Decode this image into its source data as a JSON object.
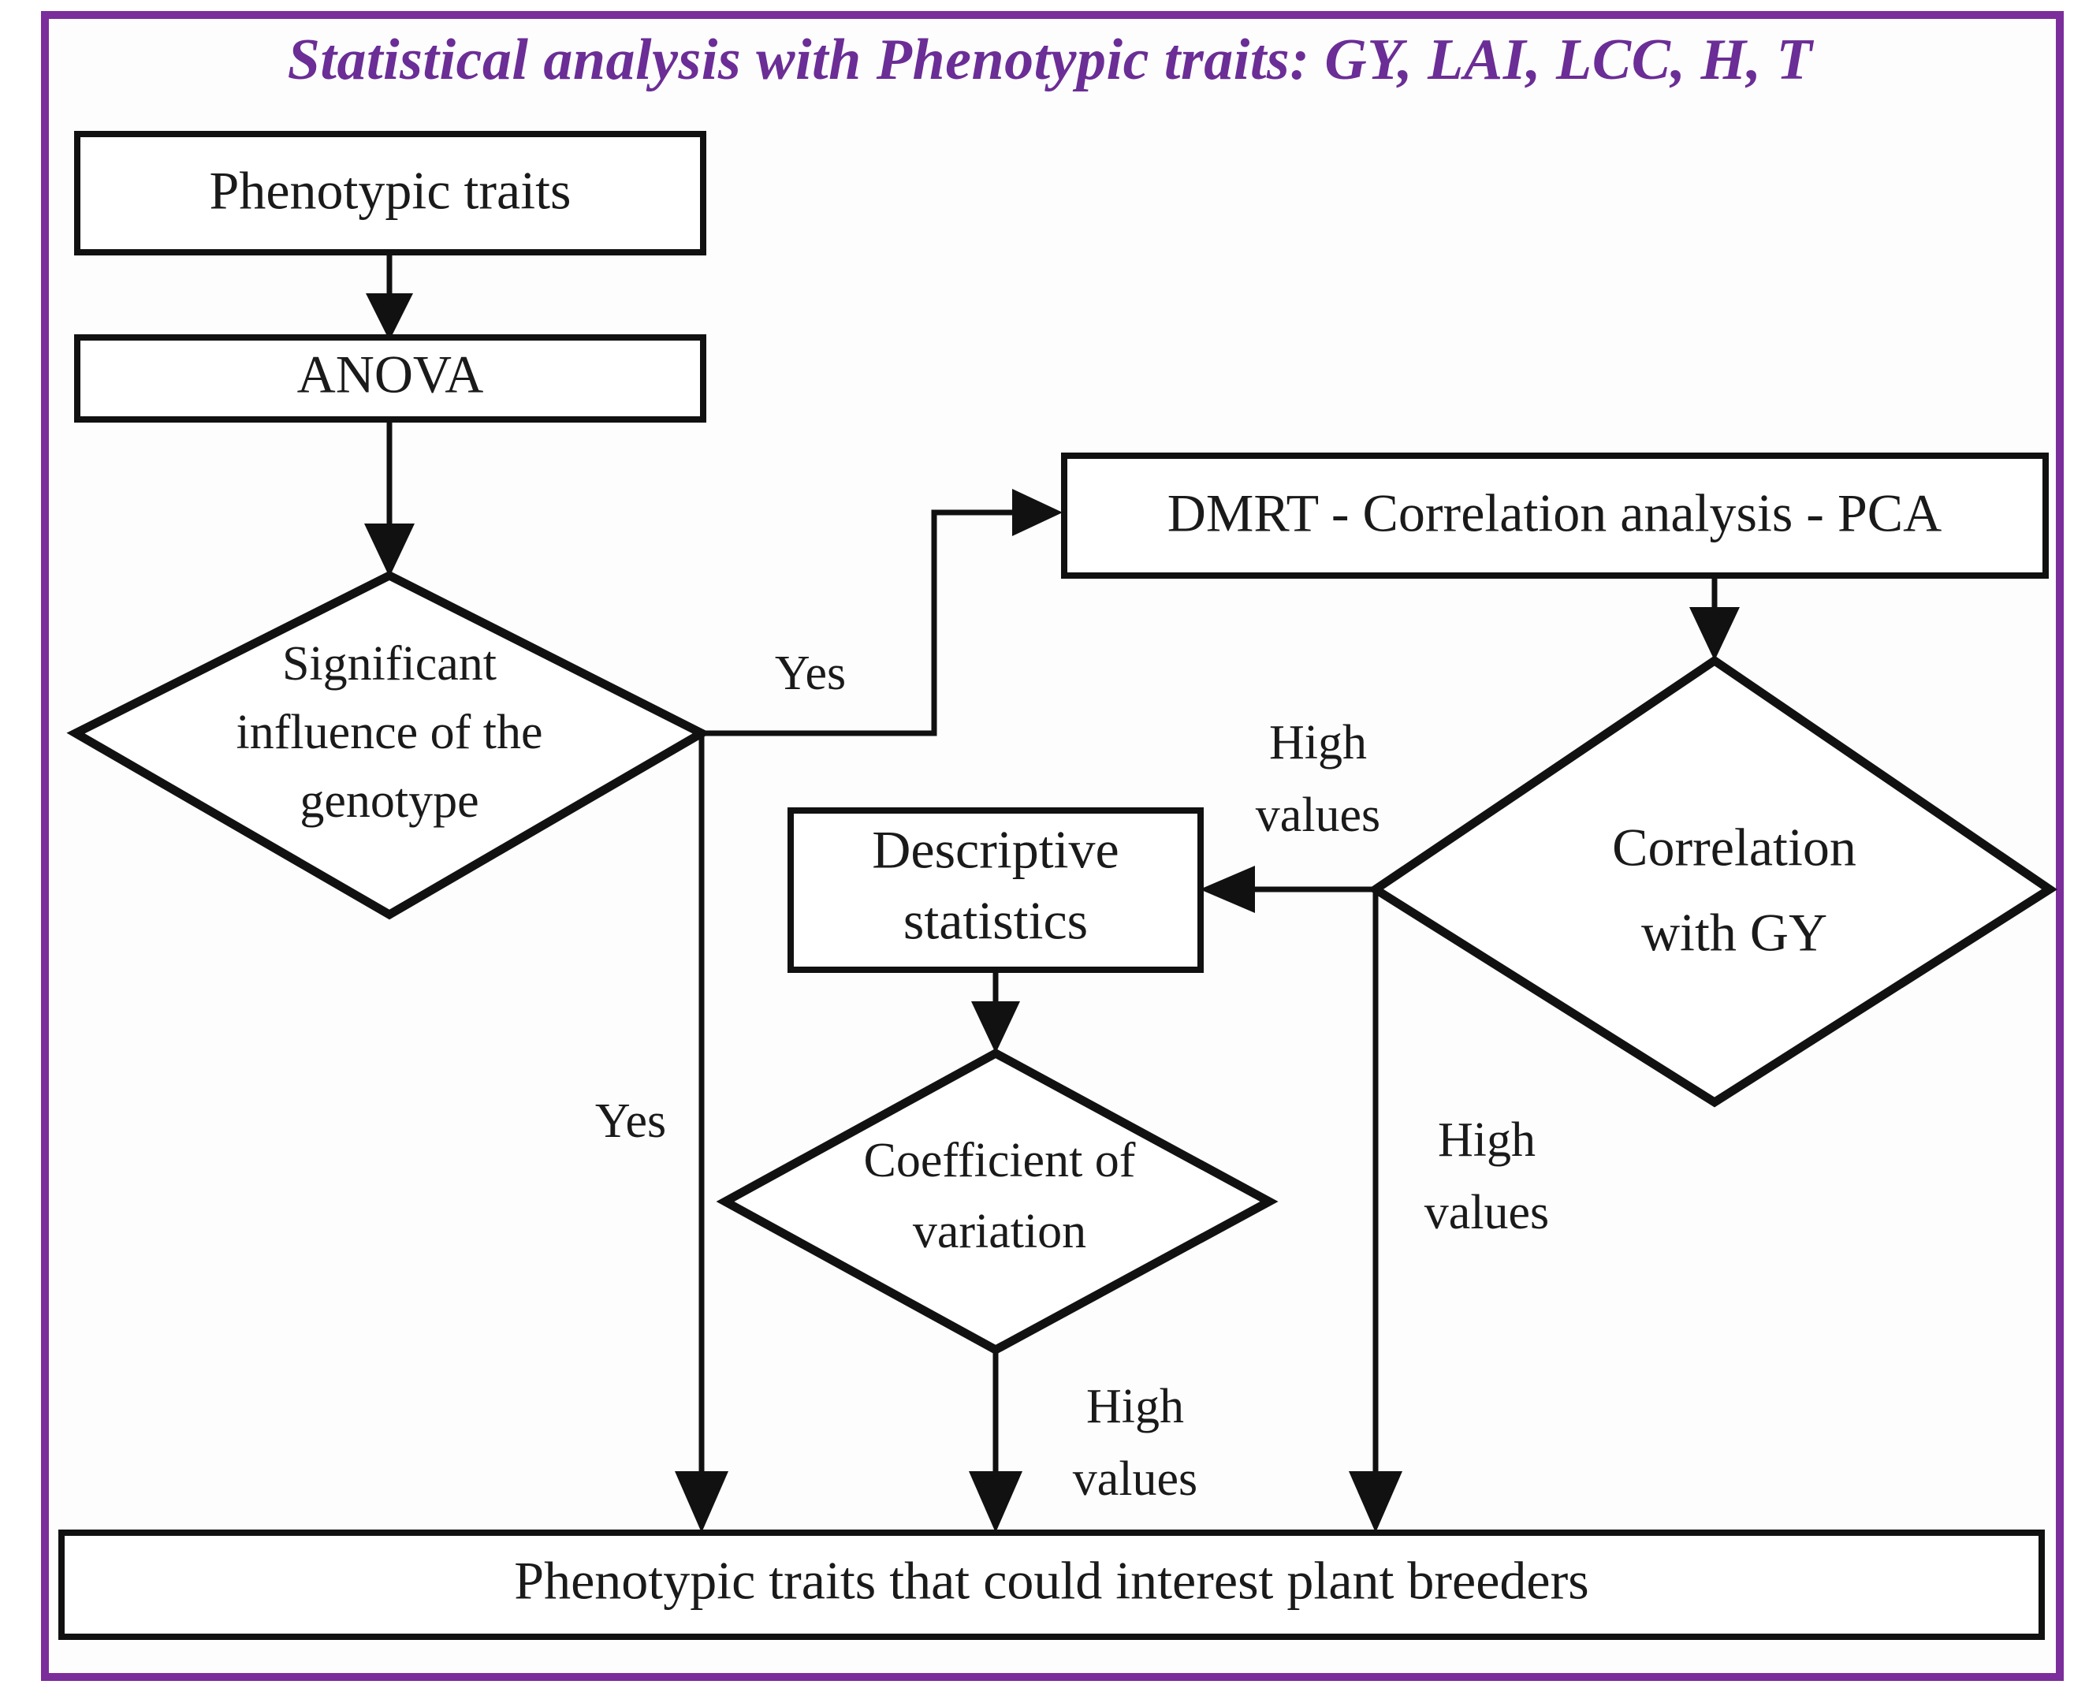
{
  "title": "Statistical analysis with Phenotypic traits: GY, LAI, LCC, H, T",
  "colors": {
    "frame_border": "#7B2D9B",
    "title_text": "#6B2D96",
    "shape_stroke": "#111111",
    "shape_fill": "#ffffff",
    "page_background": "#ffffff"
  },
  "nodes": {
    "phenotypic_traits": {
      "label": "Phenotypic traits",
      "shape": "rectangle"
    },
    "anova": {
      "label": "ANOVA",
      "shape": "rectangle"
    },
    "significant_influence": {
      "label_line1": "Significant",
      "label_line2": "influence of the",
      "label_line3": "genotype",
      "shape": "diamond"
    },
    "dmrt": {
      "label": "DMRT - Correlation analysis - PCA",
      "shape": "rectangle"
    },
    "correlation_with_gy": {
      "label_line1": "Correlation",
      "label_line2": "with GY",
      "shape": "diamond"
    },
    "descriptive_statistics": {
      "label_line1": "Descriptive",
      "label_line2": "statistics",
      "shape": "rectangle"
    },
    "coefficient_of_variation": {
      "label_line1": "Coefficient of",
      "label_line2": "variation",
      "shape": "diamond"
    },
    "outcome": {
      "label": "Phenotypic traits that could interest plant breeders",
      "shape": "rectangle"
    }
  },
  "edge_labels": {
    "yes_to_dmrt": "Yes",
    "yes_to_outcome": "Yes",
    "high_values_to_descriptive_line1": "High",
    "high_values_to_descriptive_line2": "values",
    "high_values_correlation_line1": "High",
    "high_values_correlation_line2": "values",
    "high_values_cv_line1": "High",
    "high_values_cv_line2": "values"
  }
}
